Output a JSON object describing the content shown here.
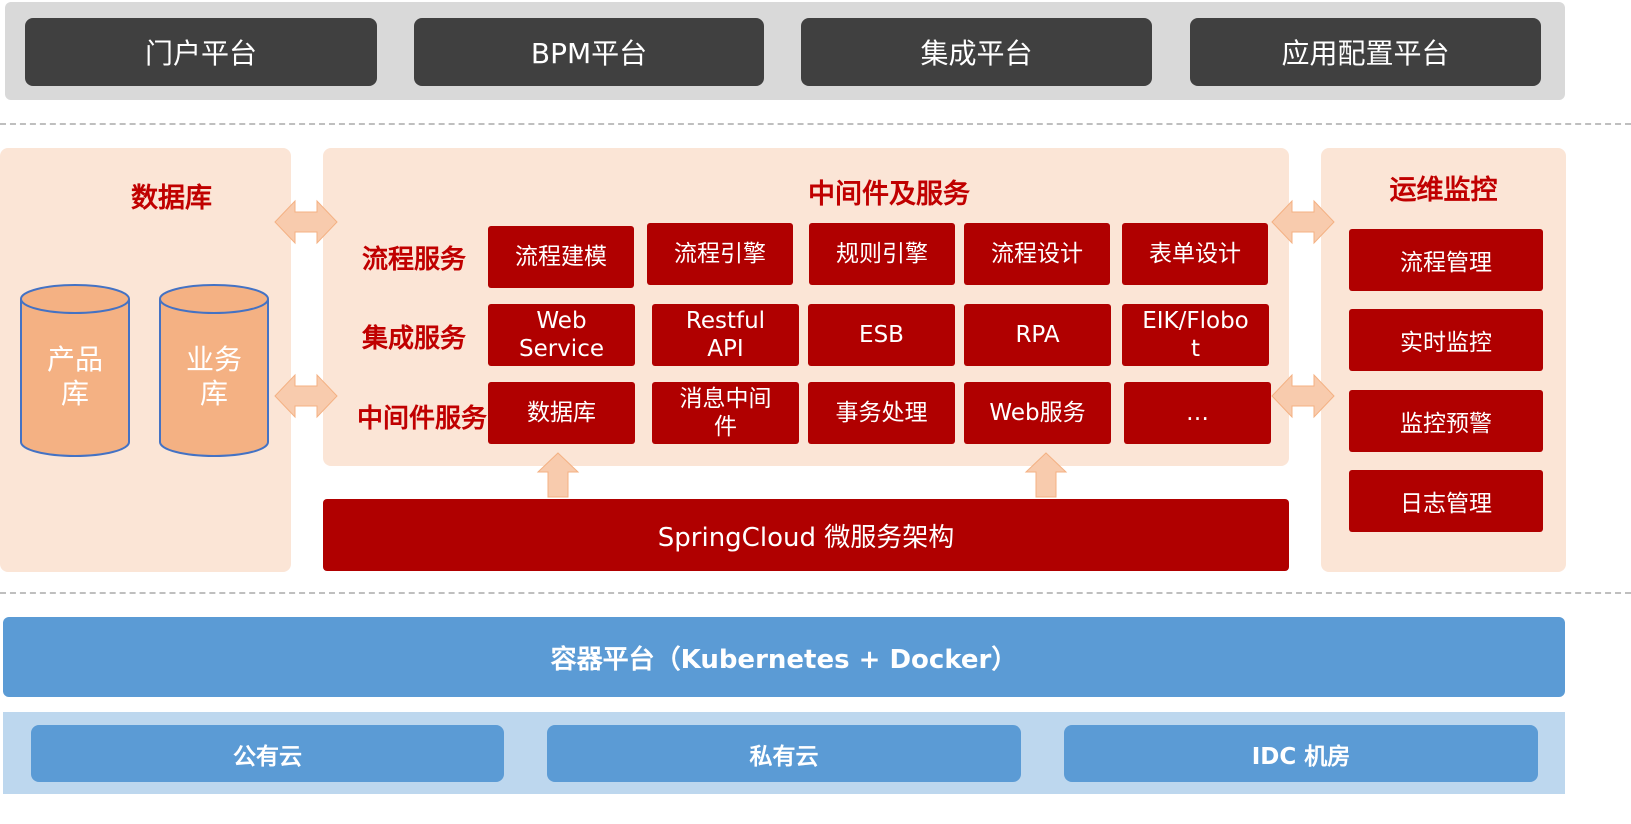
{
  "top_platforms": [
    "门户平台",
    "BPM平台",
    "集成平台",
    "应用配置平台"
  ],
  "database": {
    "title": "数据库",
    "cylinders": [
      {
        "line1": "产品",
        "line2": "库"
      },
      {
        "line1": "业务",
        "line2": "库"
      }
    ]
  },
  "middleware": {
    "title": "中间件及服务",
    "rows": [
      {
        "label": "流程服务",
        "items": [
          "流程建模",
          "流程引擎",
          "规则引擎",
          "流程设计",
          "表单设计"
        ]
      },
      {
        "label": "集成服务",
        "items": [
          "Web\nService",
          "Restful\nAPI",
          "ESB",
          "RPA",
          "EIK/Flobo\nt"
        ]
      },
      {
        "label": "中间件服务",
        "items": [
          "数据库",
          "消息中间\n件",
          "事务处理",
          "Web服务",
          "…"
        ]
      }
    ],
    "framework": "SpringCloud 微服务架构"
  },
  "ops": {
    "title": "运维监控",
    "items": [
      "流程管理",
      "实时监控",
      "监控预警",
      "日志管理"
    ]
  },
  "container_platform": "容器平台（Kubernetes + Docker）",
  "clouds": [
    "公有云",
    "私有云",
    "IDC 机房"
  ],
  "colors": {
    "dark_red": "#b00000",
    "title_red": "#c00000",
    "peach_panel": "#fbe5d6",
    "cylinder_fill": "#f4b183",
    "cylinder_stroke": "#4472c4",
    "arrow_fill": "#f8cbad",
    "blue": "#5b9bd5",
    "light_blue": "#bdd7ee",
    "dark_gray": "#404040",
    "light_gray": "#d9d9d9"
  }
}
